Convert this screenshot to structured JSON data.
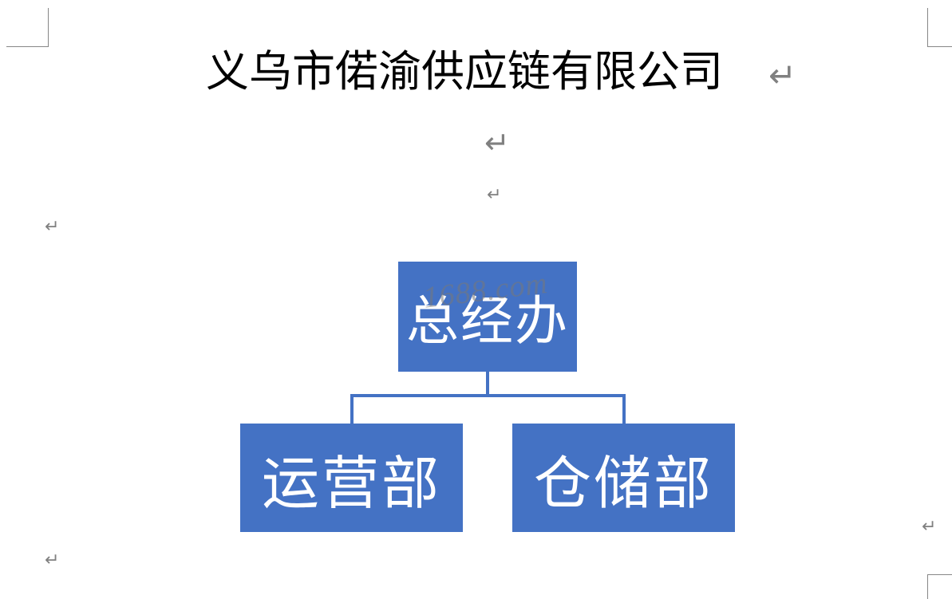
{
  "document": {
    "title": "义乌市偌渝供应链有限公司",
    "paragraph_mark_glyph": "↵",
    "page_background": "#ffffff",
    "margin_mark_color": "#868686",
    "paragraph_mark_color": "#808080"
  },
  "watermark": {
    "text": "1688.com"
  },
  "org_chart": {
    "box_fill_color": "#4472C4",
    "box_text_color": "#ffffff",
    "connector_color": "#4472C4",
    "root": {
      "label": "总经办"
    },
    "children": [
      {
        "label": "运营部"
      },
      {
        "label": "仓储部"
      }
    ]
  },
  "paragraph_marks": {
    "title_end": "↵",
    "center_1": "↵",
    "center_2": "↵",
    "left_1": "↵",
    "left_2": "↵",
    "right_1": "↵"
  }
}
